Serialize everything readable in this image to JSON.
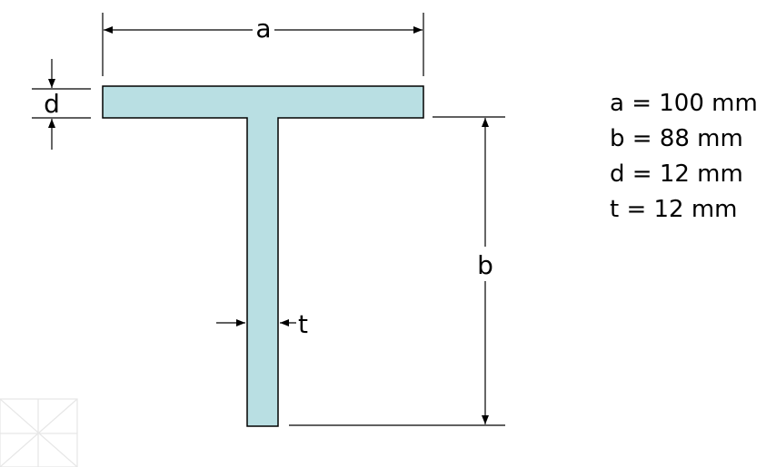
{
  "diagram": {
    "labels": {
      "a": "a",
      "b": "b",
      "d": "d",
      "t": "t"
    },
    "specs": [
      "a = 100 mm",
      "b = 88 mm",
      "d = 12 mm",
      "t = 12 mm"
    ],
    "colors": {
      "section_fill": "#b9dfe3",
      "outline": "#000000",
      "watermark": "#e6e6e6"
    }
  }
}
